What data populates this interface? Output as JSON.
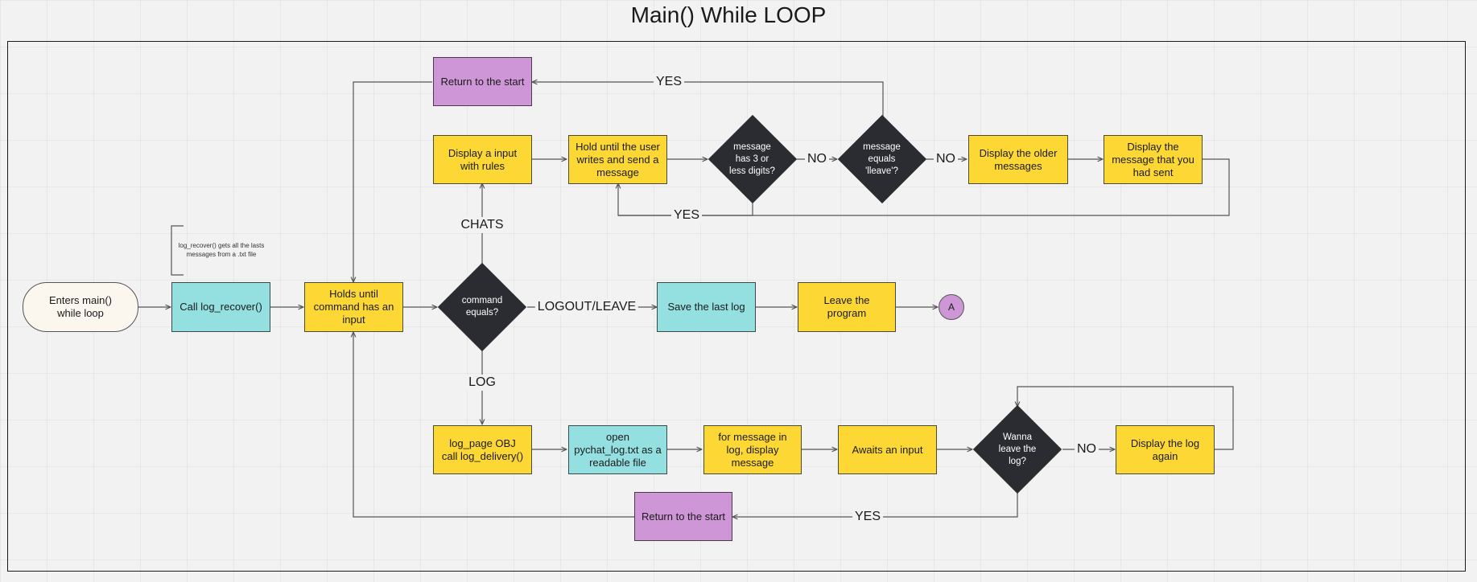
{
  "title": "Main() While LOOP",
  "nodes": {
    "start": "Enters main()\nwhile loop",
    "log_recover": "Call log_recover()",
    "hold_command": "Holds until command has an input",
    "display_input": "Display a input with rules",
    "hold_user": "Hold until the user writes and send a message",
    "display_older": "Display the older messages",
    "display_sent": "Display the message that you had sent",
    "return_top": "Return to the start",
    "save_log": "Save the last log",
    "leave_program": "Leave the program",
    "connector_a": "A",
    "log_page": "log_page OBJ\ncall log_delivery()",
    "open_file": "open pychat_log.txt as a readable file",
    "for_message": "for message in log, display message",
    "awaits_input": "Awaits an input",
    "display_log_again": "Display the log again",
    "return_bottom": "Return to the start"
  },
  "decisions": {
    "command_equals": "command\nequals?",
    "three_digits": "message\nhas 3 or\nless digits?",
    "equals_leave": "message\nequals\n'lleave'?",
    "wanna_leave": "Wanna\nleave the\nlog?"
  },
  "labels": {
    "chats": "CHATS",
    "logout_leave": "LOGOUT/LEAVE",
    "log": "LOG",
    "yes_top": "YES",
    "no_1": "NO",
    "no_2": "NO",
    "yes_loop": "YES",
    "no_3": "NO",
    "yes_bottom": "YES"
  },
  "annotation": "log_recover() gets all the lasts messages from a .txt file",
  "colors": {
    "yellow": "#fdd835",
    "cyan": "#94e0e0",
    "purple": "#ce96d6",
    "decision": "#2b2c31",
    "terminal": "#fbf7ee",
    "line": "#555555"
  }
}
